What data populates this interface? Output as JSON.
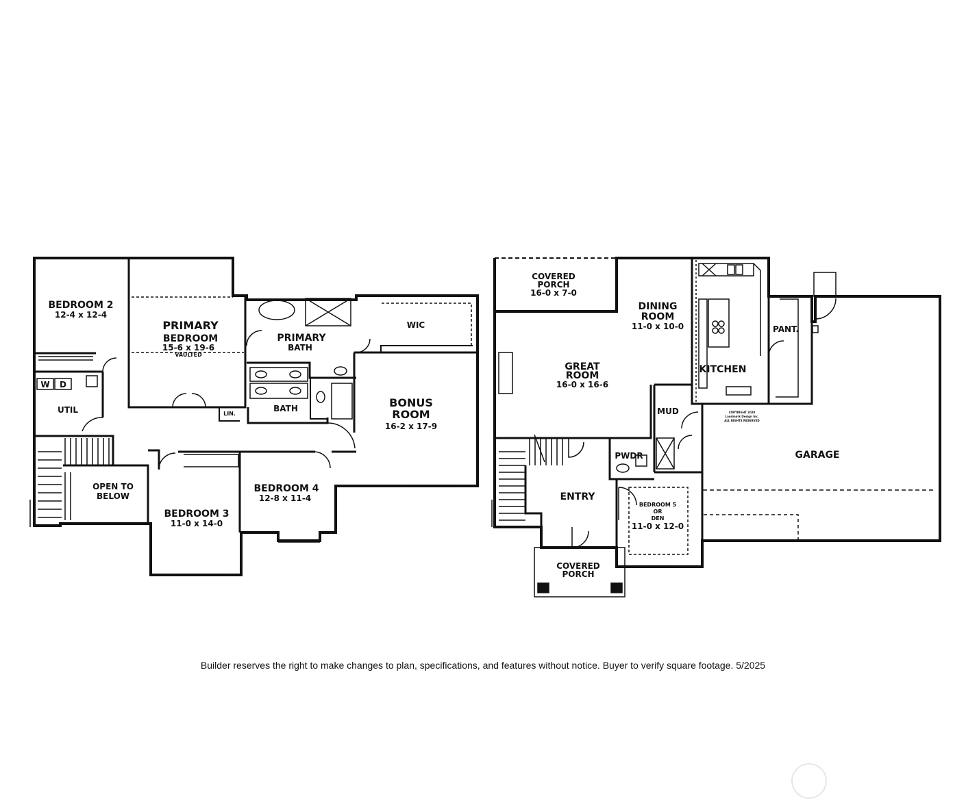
{
  "upper_floor": {
    "bedroom2": {
      "name": "BEDROOM 2",
      "dims": "12-4 x 12-4"
    },
    "primary_bedroom": {
      "line1": "PRIMARY",
      "line2": "BEDROOM",
      "dims": "15-6 x 19-6",
      "note": "VAULTED"
    },
    "primary_bath": {
      "line1": "PRIMARY",
      "line2": "BATH"
    },
    "wic": "WIC",
    "bonus_room": {
      "line1": "BONUS",
      "line2": "ROOM",
      "dims": "16-2 x 17-9"
    },
    "util": "UTIL",
    "washer": "W",
    "dryer": "D",
    "linen": "LIN.",
    "bath": "BATH",
    "open_to_below": {
      "line1": "OPEN TO",
      "line2": "BELOW"
    },
    "bedroom3": {
      "name": "BEDROOM 3",
      "dims": "11-0 x 14-0"
    },
    "bedroom4": {
      "name": "BEDROOM 4",
      "dims": "12-8 x 11-4"
    }
  },
  "main_floor": {
    "covered_porch_rear": {
      "line1": "COVERED",
      "line2": "PORCH",
      "dims": "16-0 x 7-0"
    },
    "dining_room": {
      "line1": "DINING",
      "line2": "ROOM",
      "dims": "11-0 x 10-0"
    },
    "kitchen": "KITCHEN",
    "pantry": "PANT.",
    "great_room": {
      "line1": "GREAT",
      "line2": "ROOM",
      "dims": "16-0 x 16-6"
    },
    "mud": "MUD",
    "powder": "PWDR",
    "entry": "ENTRY",
    "bedroom5": {
      "line1": "BEDROOM 5",
      "line2": "OR",
      "line3": "DEN",
      "dims": "11-0 x 12-0"
    },
    "covered_porch_front": {
      "line1": "COVERED",
      "line2": "PORCH"
    },
    "garage": "GARAGE",
    "copyright": {
      "line1": "COPYRIGHT 2020",
      "line2": "Landmark Design Inc.",
      "line3": "ALL RIGHTS RESERVED"
    }
  },
  "disclaimer": "Builder reserves the right to make changes to plan, specifications, and features without notice.  Buyer to verify square footage.  5/2025",
  "colors": {
    "wall": "#111111",
    "background": "#ffffff",
    "dashed": "#555555"
  }
}
